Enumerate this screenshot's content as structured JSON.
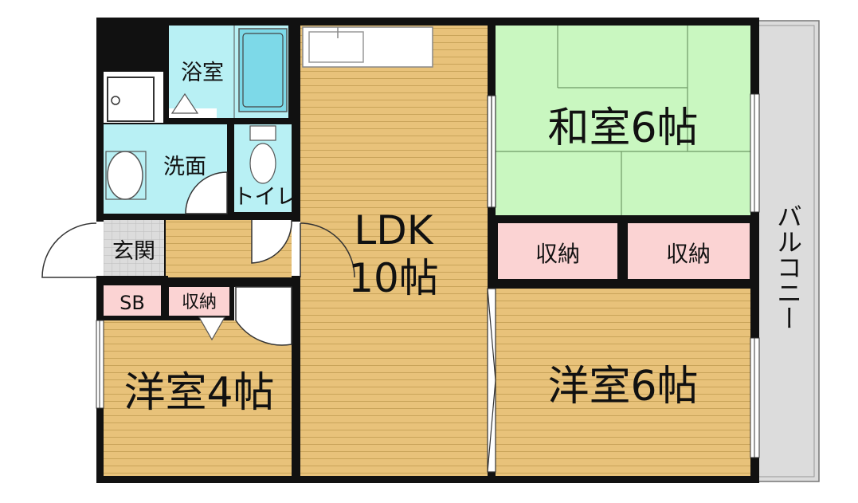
{
  "rooms": {
    "bath": "浴室",
    "washroom": "洗面",
    "toilet": "トイレ",
    "entrance": "玄関",
    "shoebox": "SB",
    "storage_small": "収納",
    "ldk_name": "LDK",
    "ldk_size": "10帖",
    "japanese_room": "和室6帖",
    "storage_a": "収納",
    "storage_b": "収納",
    "western_room_large": "洋室6帖",
    "western_room_small": "洋室4帖",
    "balcony": "バルコニー"
  },
  "colors": {
    "wall": "#111111",
    "wood_floor": "#e8c27a",
    "wood_line": "#c9a45a",
    "tatami": "#c9f7c0",
    "wet_area": "#b8f0f4",
    "storage": "#fbd3d3",
    "entrance_tile": "#d9d9d9",
    "balcony": "#dcdcdc"
  }
}
